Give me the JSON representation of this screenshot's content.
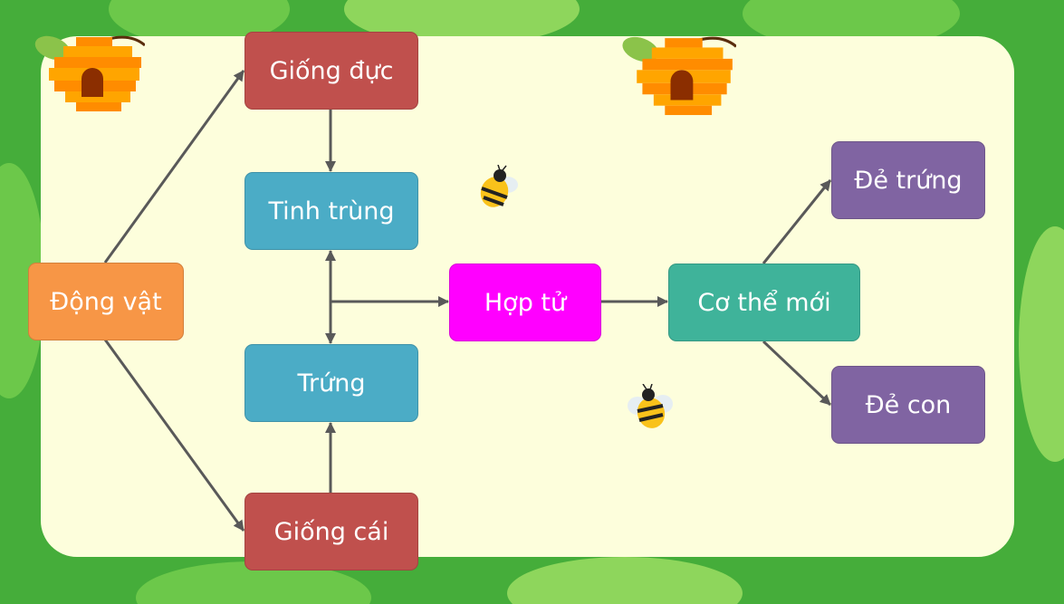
{
  "diagram": {
    "nodes": {
      "animal": "Động vật",
      "male": "Giống đực",
      "sperm": "Tinh trùng",
      "egg": "Trứng",
      "female": "Giống cái",
      "zygote": "Hợp tử",
      "new_body": "Cơ thể mới",
      "oviparous": "Đẻ trứng",
      "viviparous": "Đẻ con"
    },
    "colors": {
      "animal": "#f79646",
      "sex": "#c0504d",
      "gamete": "#4bacc6",
      "zygote": "#ff00ff",
      "new_body": "#3fb39a",
      "birth": "#8064a2",
      "arrow": "#595959"
    },
    "edges": [
      [
        "animal",
        "male"
      ],
      [
        "animal",
        "female"
      ],
      [
        "male",
        "sperm"
      ],
      [
        "female",
        "egg"
      ],
      [
        "sperm",
        "egg"
      ],
      [
        "egg",
        "sperm"
      ],
      [
        "sperm-egg",
        "zygote"
      ],
      [
        "zygote",
        "new_body"
      ],
      [
        "new_body",
        "oviparous"
      ],
      [
        "new_body",
        "viviparous"
      ]
    ]
  }
}
